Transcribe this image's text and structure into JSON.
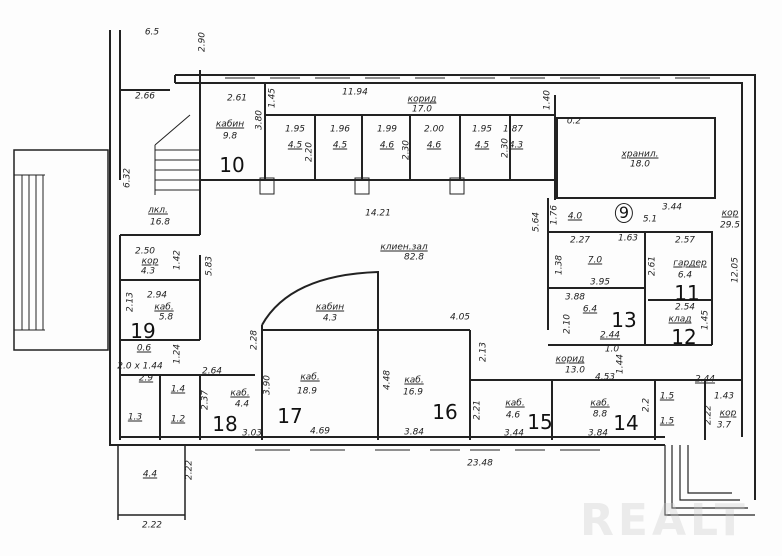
{
  "labels": [
    "6.5",
    "2.90",
    "2.66",
    "2.61",
    "1.45",
    "11.94",
    "корид",
    "17.0",
    "3.80",
    "кабин",
    "9.8",
    "1.95",
    "4.5",
    "1.96",
    "4.5",
    "1.99",
    "4.6",
    "2.00",
    "4.6",
    "1.95",
    "4.5",
    "1.87",
    "4.3",
    "2.20",
    "2.30",
    "2.30",
    "1.40",
    "0.2",
    "хранил.",
    "18.0",
    "10",
    "6.32",
    "лкл.",
    "16.8",
    "14.21",
    "4.0",
    "1.76",
    "9",
    "5.1",
    "3.44",
    "кор",
    "29.5",
    "2.27",
    "1.63",
    "5.64",
    "клиен.зал",
    "82.8",
    "2.50",
    "кор",
    "4.3",
    "1.42",
    "5.83",
    "2.57",
    "2.61",
    "гардер",
    "6.4",
    "11",
    "1.38",
    "7.0",
    "3.95",
    "12.05",
    "2.94",
    "каб.",
    "5.8",
    "2.13",
    "19",
    "кабин",
    "4.3",
    "3.88",
    "6.4",
    "13",
    "2.10",
    "2.54",
    "клад",
    "1.45",
    "12",
    "4.05",
    "2.28",
    "2.13",
    "2.44",
    "1.0",
    "0.6",
    "2.0 x 1.44",
    "2.9",
    "1.24",
    "корид",
    "13.0",
    "2.64",
    "1.4",
    "2.37",
    "3.90",
    "каб.",
    "18.9",
    "4.48",
    "каб.",
    "16.9",
    "4.53",
    "2.44",
    "каб.",
    "8.8",
    "каб.",
    "4.6",
    "1.43",
    "кор",
    "3.7",
    "2.22",
    "2.2",
    "1.5",
    "1.5",
    "2.21",
    "каб.",
    "4.4",
    "18",
    "3.03",
    "1.3",
    "1.2",
    "17",
    "16",
    "15",
    "14",
    "4.69",
    "3.84",
    "3.44",
    "3.84",
    "23.48",
    "4.4",
    "2.22",
    "2.22",
    "1.44"
  ],
  "watermark": "REALT"
}
